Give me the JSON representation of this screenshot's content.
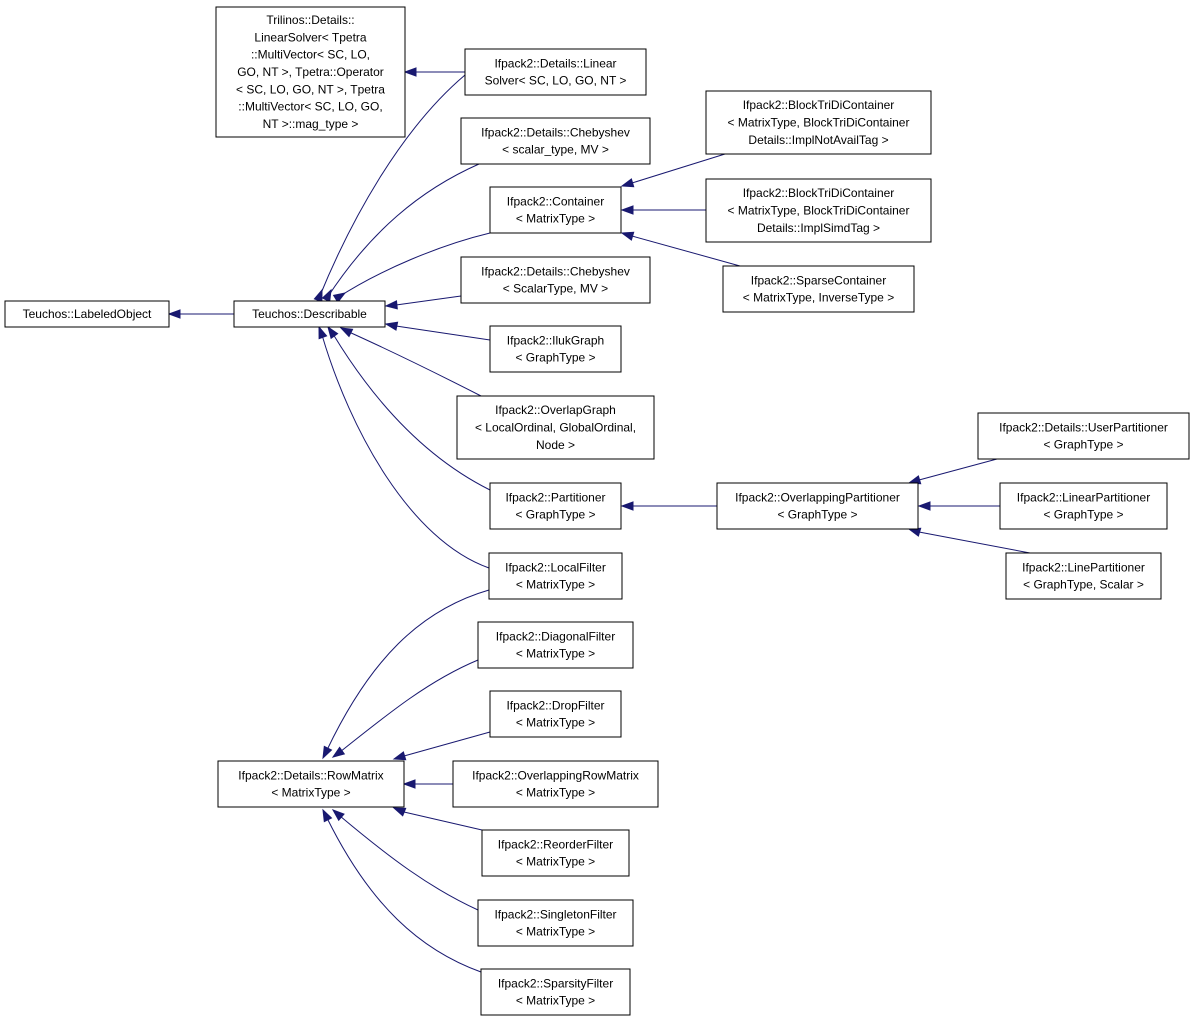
{
  "colors": {
    "edge": "#191970",
    "node_border": "#000000",
    "background": "#ffffff"
  },
  "nodes": {
    "labeled_object": [
      "Teuchos::LabeledObject"
    ],
    "describable": [
      "Teuchos::Describable"
    ],
    "trilinos_linear_solver": [
      "Trilinos::Details::",
      "LinearSolver< Tpetra",
      "::MultiVector< SC, LO,",
      "GO, NT >, Tpetra::Operator",
      "< SC, LO, GO, NT >, Tpetra",
      "::MultiVector< SC, LO, GO,",
      "NT >::mag_type >"
    ],
    "ifpack_linear_solver": [
      "Ifpack2::Details::Linear",
      "Solver< SC, LO, GO, NT >"
    ],
    "chebyshev_scalar_type": [
      "Ifpack2::Details::Chebyshev",
      "< scalar_type, MV >"
    ],
    "container": [
      "Ifpack2::Container",
      "< MatrixType >"
    ],
    "chebyshev_ScalarType": [
      "Ifpack2::Details::Chebyshev",
      "< ScalarType, MV >"
    ],
    "iluk_graph": [
      "Ifpack2::IlukGraph",
      "< GraphType >"
    ],
    "overlap_graph": [
      "Ifpack2::OverlapGraph",
      "< LocalOrdinal, GlobalOrdinal,",
      "Node >"
    ],
    "partitioner": [
      "Ifpack2::Partitioner",
      "< GraphType >"
    ],
    "local_filter": [
      "Ifpack2::LocalFilter",
      "< MatrixType >"
    ],
    "block_tridi_notavail": [
      "Ifpack2::BlockTriDiContainer",
      "< MatrixType, BlockTriDiContainer",
      "Details::ImplNotAvailTag >"
    ],
    "block_tridi_simd": [
      "Ifpack2::BlockTriDiContainer",
      "< MatrixType, BlockTriDiContainer",
      "Details::ImplSimdTag >"
    ],
    "sparse_container": [
      "Ifpack2::SparseContainer",
      "< MatrixType, InverseType >"
    ],
    "overlapping_partitioner": [
      "Ifpack2::OverlappingPartitioner",
      "< GraphType >"
    ],
    "user_partitioner": [
      "Ifpack2::Details::UserPartitioner",
      "< GraphType >"
    ],
    "linear_partitioner": [
      "Ifpack2::LinearPartitioner",
      "< GraphType >"
    ],
    "line_partitioner": [
      "Ifpack2::LinePartitioner",
      "< GraphType, Scalar >"
    ],
    "row_matrix": [
      "Ifpack2::Details::RowMatrix",
      "< MatrixType >"
    ],
    "diagonal_filter": [
      "Ifpack2::DiagonalFilter",
      "< MatrixType >"
    ],
    "drop_filter": [
      "Ifpack2::DropFilter",
      "< MatrixType >"
    ],
    "overlapping_row_matrix": [
      "Ifpack2::OverlappingRowMatrix",
      "< MatrixType >"
    ],
    "reorder_filter": [
      "Ifpack2::ReorderFilter",
      "< MatrixType >"
    ],
    "singleton_filter": [
      "Ifpack2::SingletonFilter",
      "< MatrixType >"
    ],
    "sparsity_filter": [
      "Ifpack2::SparsityFilter",
      "< MatrixType >"
    ]
  }
}
